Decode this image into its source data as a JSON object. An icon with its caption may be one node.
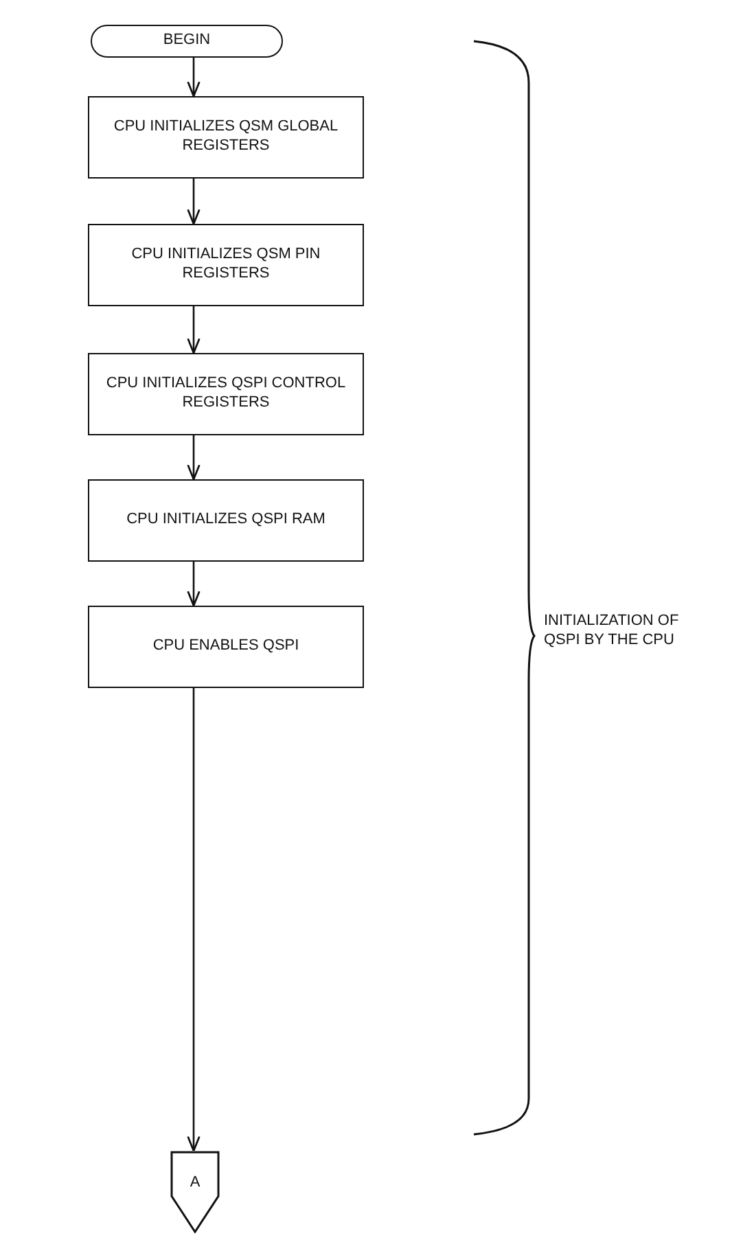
{
  "diagram": {
    "nodes": [
      {
        "text": [
          "BEGIN"
        ]
      },
      {
        "text": [
          "CPU INITIALIZES QSM GLOBAL REGISTERS"
        ]
      },
      {
        "text": [
          "CPU INITIALIZES QSM PIN REGISTERS"
        ]
      },
      {
        "text": [
          "CPU INITIALIZES QSPI CONTROL REGISTERS"
        ]
      },
      {
        "text": [
          "CPU INITIALIZES QSPI RAM"
        ]
      },
      {
        "text": [
          "CPU ENABLES QSPI"
        ]
      },
      {
        "text": [
          "A"
        ]
      }
    ],
    "edges": [
      {
        "from": 0,
        "to": 1,
        "arrow": "to"
      },
      {
        "from": 1,
        "to": 2,
        "arrow": "to"
      },
      {
        "from": 2,
        "to": 3,
        "arrow": "to"
      },
      {
        "from": 3,
        "to": 4,
        "arrow": "to"
      },
      {
        "from": 4,
        "to": 5,
        "arrow": "to"
      },
      {
        "from": 5,
        "to": 6,
        "arrow": "to"
      }
    ],
    "labels": [
      "INITIALIZATION OF QSPI BY THE CPU"
    ]
  }
}
